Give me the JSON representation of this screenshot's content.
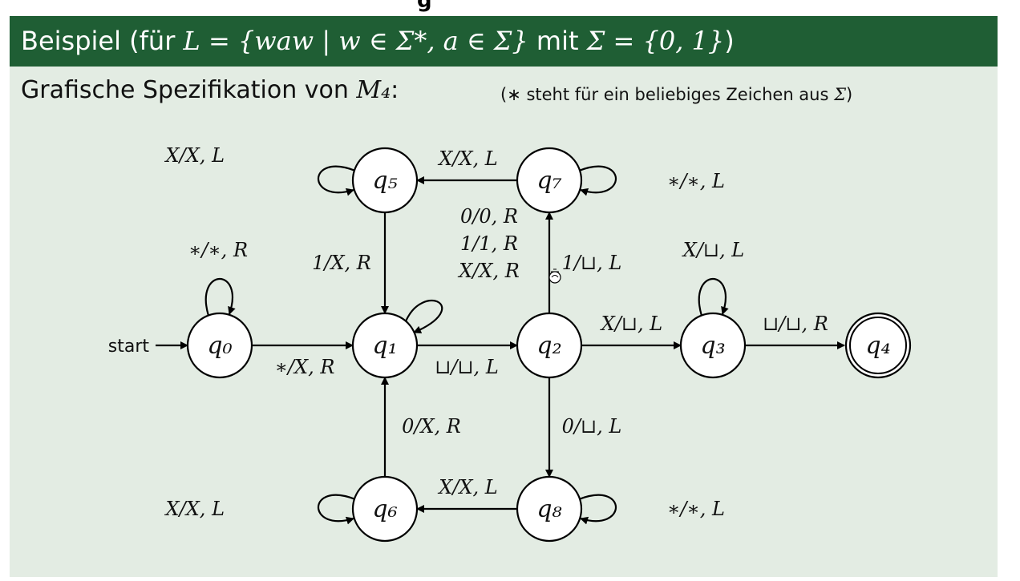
{
  "page_heading_peek": "g",
  "title": {
    "prefix": "Beispiel (für ",
    "formula": "L = {waw | w ∈ Σ*, a ∈ Σ}",
    "mid": " mit ",
    "sigma": "Σ = {0, 1}",
    "suffix": ")"
  },
  "subtitle": {
    "text": "Grafische Spezifikation von ",
    "machine": "M₄",
    "colon": ":"
  },
  "note": {
    "prefix": "(∗ steht für ein beliebiges Zeichen aus ",
    "sigma": "Σ",
    "suffix": ")"
  },
  "colors": {
    "header_bg": "#1f5e34",
    "slide_bg": "#e3ece3",
    "state_fill": "#ffffff",
    "stroke": "#000000"
  },
  "diagram": {
    "start_label": "start",
    "states": [
      {
        "id": "q0",
        "label": "q₀",
        "accepting": false
      },
      {
        "id": "q1",
        "label": "q₁",
        "accepting": false
      },
      {
        "id": "q2",
        "label": "q₂",
        "accepting": false
      },
      {
        "id": "q3",
        "label": "q₃",
        "accepting": false
      },
      {
        "id": "q4",
        "label": "q₄",
        "accepting": true
      },
      {
        "id": "q5",
        "label": "q₅",
        "accepting": false
      },
      {
        "id": "q6",
        "label": "q₆",
        "accepting": false
      },
      {
        "id": "q7",
        "label": "q₇",
        "accepting": false
      },
      {
        "id": "q8",
        "label": "q₈",
        "accepting": false
      }
    ],
    "transitions": [
      {
        "from": "q0",
        "to": "q0",
        "label": "∗/∗, R"
      },
      {
        "from": "q0",
        "to": "q1",
        "label": "∗/X, R"
      },
      {
        "from": "q1",
        "to": "q1",
        "label": [
          "0/0, R",
          "1/1, R",
          "X/X, R"
        ]
      },
      {
        "from": "q1",
        "to": "q2",
        "label": "⊔/⊔, L"
      },
      {
        "from": "q2",
        "to": "q7",
        "label": "1/⊔, L"
      },
      {
        "from": "q2",
        "to": "q8",
        "label": "0/⊔, L"
      },
      {
        "from": "q2",
        "to": "q3",
        "label": "X/⊔, L"
      },
      {
        "from": "q3",
        "to": "q3",
        "label": "X/⊔, L"
      },
      {
        "from": "q3",
        "to": "q4",
        "label": "⊔/⊔, R"
      },
      {
        "from": "q7",
        "to": "q7",
        "label": "∗/∗, L"
      },
      {
        "from": "q7",
        "to": "q5",
        "label": "X/X, L"
      },
      {
        "from": "q5",
        "to": "q5",
        "label": "X/X, L"
      },
      {
        "from": "q5",
        "to": "q1",
        "label": "1/X, R"
      },
      {
        "from": "q8",
        "to": "q8",
        "label": "∗/∗, L"
      },
      {
        "from": "q8",
        "to": "q6",
        "label": "X/X, L"
      },
      {
        "from": "q6",
        "to": "q6",
        "label": "X/X, L"
      },
      {
        "from": "q6",
        "to": "q1",
        "label": "0/X, R"
      }
    ]
  }
}
